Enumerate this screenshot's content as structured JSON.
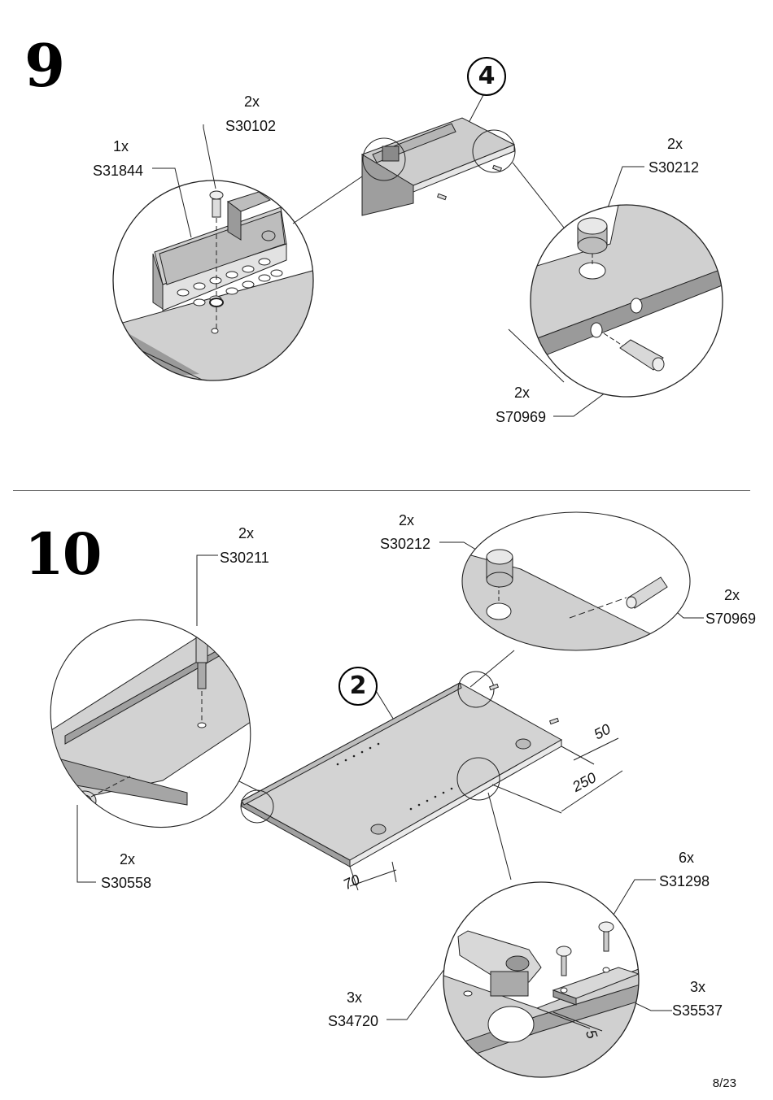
{
  "page": {
    "number": "8/23"
  },
  "step9": {
    "number": "9",
    "panel_number": "4",
    "parts": [
      {
        "qty": "1x",
        "code": "S31844"
      },
      {
        "qty": "2x",
        "code": "S30102"
      },
      {
        "qty": "2x",
        "code": "S30212"
      },
      {
        "qty": "2x",
        "code": "S70969"
      }
    ]
  },
  "step10": {
    "number": "10",
    "panel_number": "2",
    "parts": [
      {
        "qty": "2x",
        "code": "S30211"
      },
      {
        "qty": "2x",
        "code": "S30212"
      },
      {
        "qty": "2x",
        "code": "S70969"
      },
      {
        "qty": "2x",
        "code": "S30558"
      },
      {
        "qty": "6x",
        "code": "S31298"
      },
      {
        "qty": "3x",
        "code": "S34720"
      },
      {
        "qty": "3x",
        "code": "S35537"
      }
    ],
    "dimensions": [
      "50",
      "250",
      "70",
      "5"
    ]
  }
}
